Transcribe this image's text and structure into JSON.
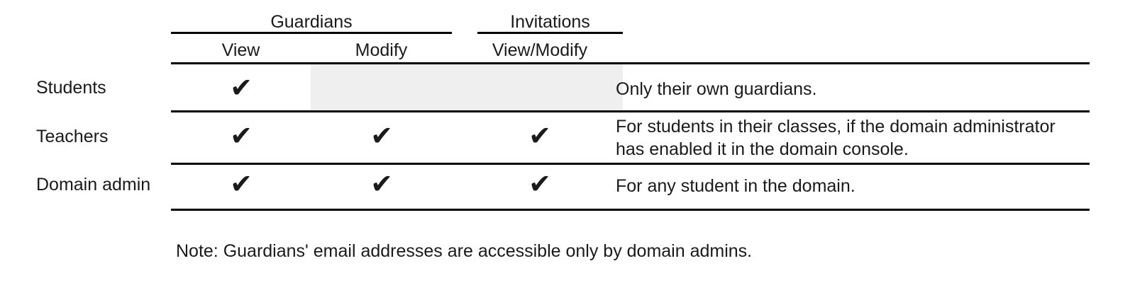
{
  "table": {
    "column_groups": [
      {
        "label": "Guardians",
        "spans": [
          "View",
          "Modify"
        ]
      },
      {
        "label": "Invitations",
        "spans": [
          "View/Modify"
        ]
      }
    ],
    "sub_headers": {
      "view": "View",
      "modify": "Modify",
      "view_modify": "View/Modify"
    },
    "row_header_label": "",
    "notes_header_label": "",
    "check_glyph": "✔",
    "rows": [
      {
        "label": "Students",
        "guardians_view": true,
        "guardians_modify": false,
        "guardians_modify_disabled": true,
        "invitations_view_modify": false,
        "invitations_disabled": true,
        "note": "Only their own guardians."
      },
      {
        "label": "Teachers",
        "guardians_view": true,
        "guardians_modify": true,
        "guardians_modify_disabled": false,
        "invitations_view_modify": true,
        "invitations_disabled": false,
        "note": "For students in their classes, if the domain administrator has enabled it in the domain console."
      },
      {
        "label": "Domain admin",
        "guardians_view": true,
        "guardians_modify": true,
        "guardians_modify_disabled": false,
        "invitations_view_modify": true,
        "invitations_disabled": false,
        "note": "For any student in the domain."
      }
    ]
  },
  "footnote": "Note: Guardians' email addresses are accessible only by domain admins.",
  "colors": {
    "text": "#1a1a1a",
    "rule": "#000000",
    "disabled_cell": "#efefef",
    "background": "#ffffff"
  }
}
